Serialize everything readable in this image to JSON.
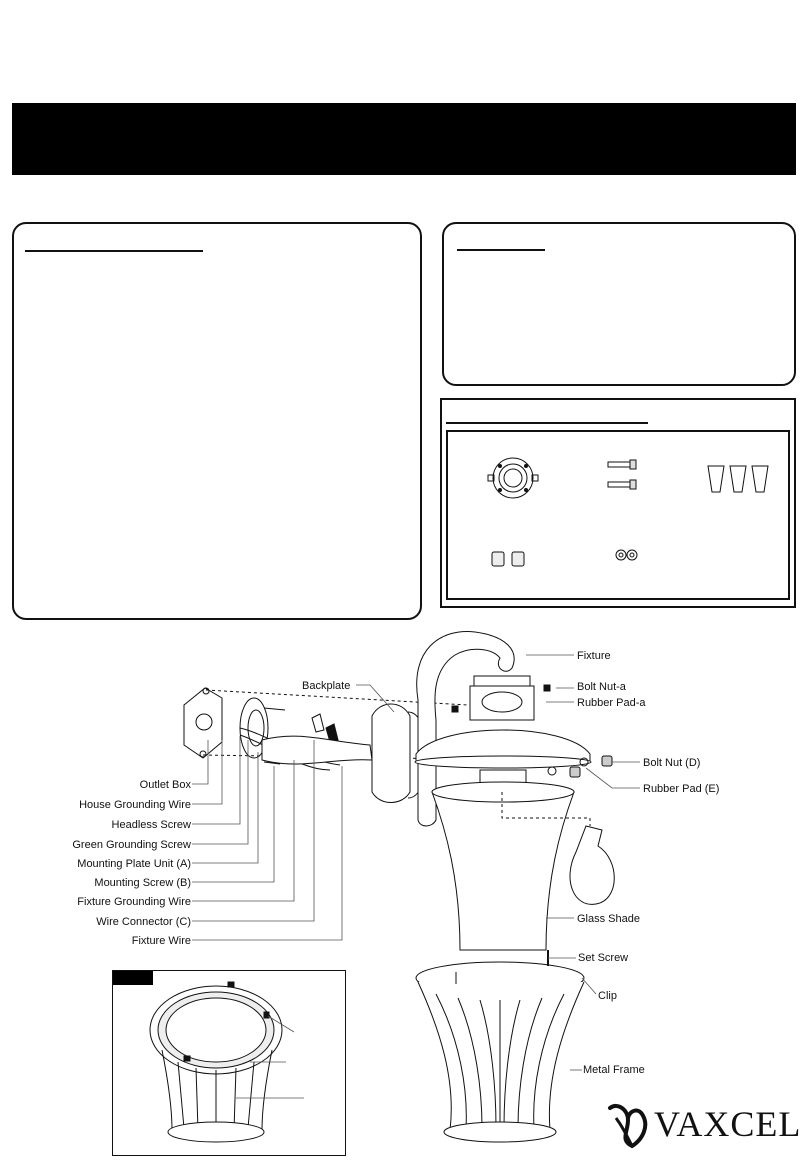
{
  "labels": {
    "fixture": "Fixture",
    "bolt_nut_a": "Bolt Nut-a",
    "rubber_pad_a": "Rubber Pad-a",
    "backplate": "Backplate",
    "bolt_nut_d": "Bolt Nut (D)",
    "rubber_pad_e": "Rubber Pad (E)",
    "outlet_box": "Outlet Box",
    "house_grounding_wire": "House Grounding Wire",
    "headless_screw": "Headless Screw",
    "green_grounding_screw": "Green Grounding Screw",
    "mounting_plate_unit": "Mounting Plate Unit (A)",
    "mounting_screw": "Mounting Screw (B)",
    "fixture_grounding_wire": "Fixture Grounding Wire",
    "wire_connector": "Wire Connector (C)",
    "fixture_wire": "Fixture Wire",
    "glass_shade": "Glass Shade",
    "set_screw": "Set Screw",
    "clip": "Clip",
    "metal_frame": "Metal Frame"
  },
  "brand": {
    "name": "VAXCEL"
  }
}
